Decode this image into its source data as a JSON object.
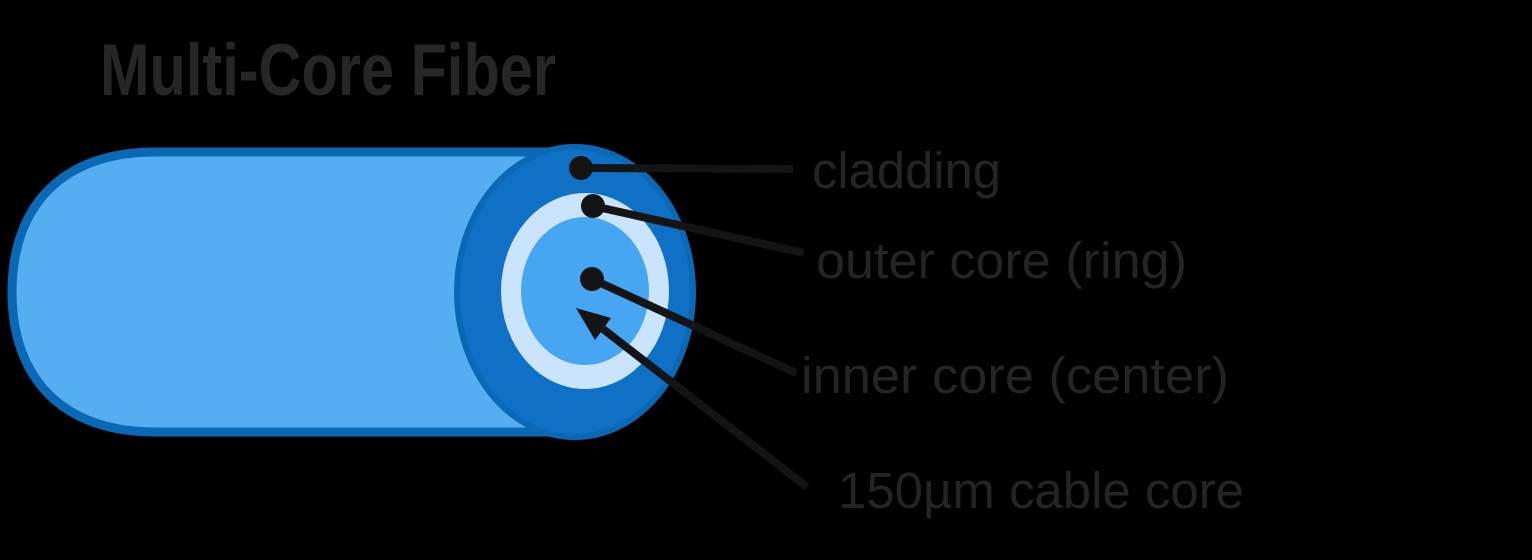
{
  "title": "Multi-Core Fiber",
  "colors": {
    "background": "#000000",
    "title_text": "#262626",
    "label_text": "#242424",
    "callout": "#141414",
    "fiber_body": "#55aef0",
    "fiber_outline": "#0b68b4",
    "cladding": "#0e71c6",
    "outer_core_ring": "#c9e4fc",
    "inner_core": "#47a6f1"
  },
  "labels": {
    "cladding": "cladding",
    "outer_core": "outer core (ring)",
    "inner_core": "inner core (center)",
    "cable_core": "150µm cable core"
  }
}
